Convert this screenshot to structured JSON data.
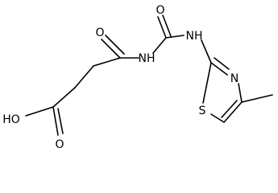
{
  "molecule": {
    "labels": {
      "oh": "HO",
      "o_acid": "O",
      "o_ketone": "O",
      "o_urea": "O",
      "nh_left": "NH",
      "nh_right": "NH",
      "n_ring": "N",
      "s_ring": "S"
    }
  }
}
